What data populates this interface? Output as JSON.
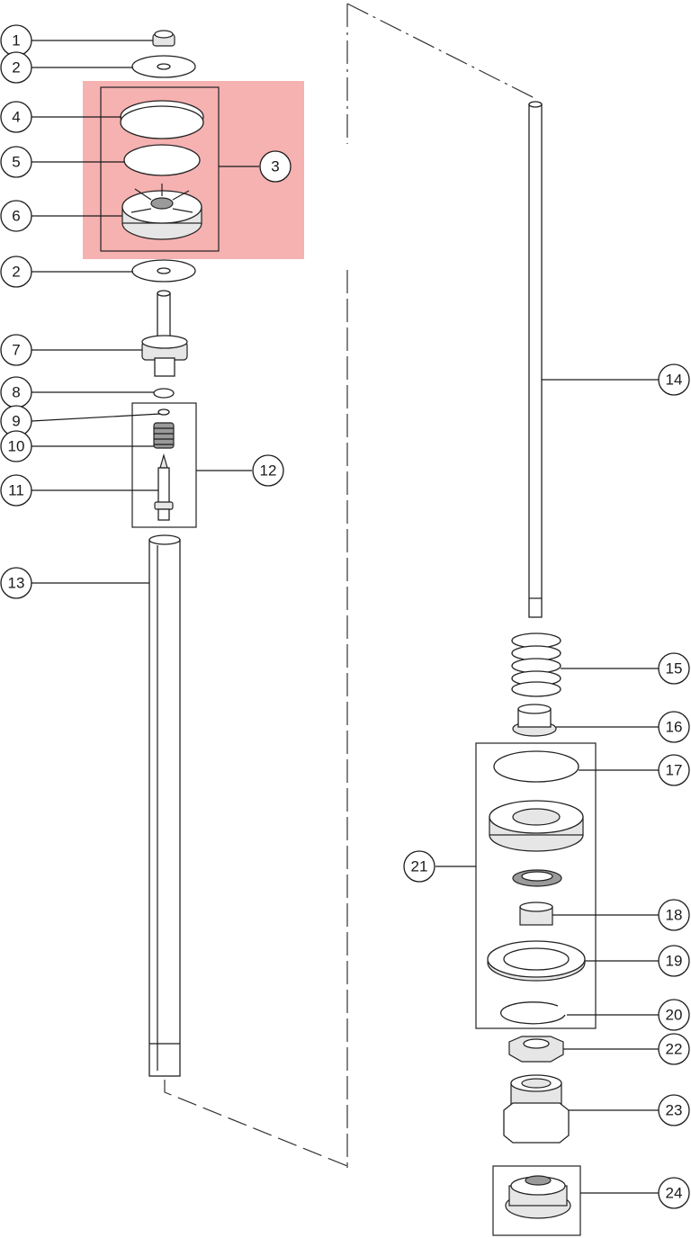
{
  "highlight_color": "#f4a3a3",
  "callouts": [
    {
      "id": "c1",
      "label": "1"
    },
    {
      "id": "c2a",
      "label": "2"
    },
    {
      "id": "c4",
      "label": "4"
    },
    {
      "id": "c5",
      "label": "5"
    },
    {
      "id": "c3",
      "label": "3"
    },
    {
      "id": "c6",
      "label": "6"
    },
    {
      "id": "c2b",
      "label": "2"
    },
    {
      "id": "c7",
      "label": "7"
    },
    {
      "id": "c8",
      "label": "8"
    },
    {
      "id": "c9",
      "label": "9"
    },
    {
      "id": "c10",
      "label": "10"
    },
    {
      "id": "c12",
      "label": "12"
    },
    {
      "id": "c11",
      "label": "11"
    },
    {
      "id": "c13",
      "label": "13"
    },
    {
      "id": "c14",
      "label": "14"
    },
    {
      "id": "c15",
      "label": "15"
    },
    {
      "id": "c16",
      "label": "16"
    },
    {
      "id": "c17",
      "label": "17"
    },
    {
      "id": "c21",
      "label": "21"
    },
    {
      "id": "c18",
      "label": "18"
    },
    {
      "id": "c19",
      "label": "19"
    },
    {
      "id": "c20",
      "label": "20"
    },
    {
      "id": "c22",
      "label": "22"
    },
    {
      "id": "c23",
      "label": "23"
    },
    {
      "id": "c24",
      "label": "24"
    }
  ]
}
